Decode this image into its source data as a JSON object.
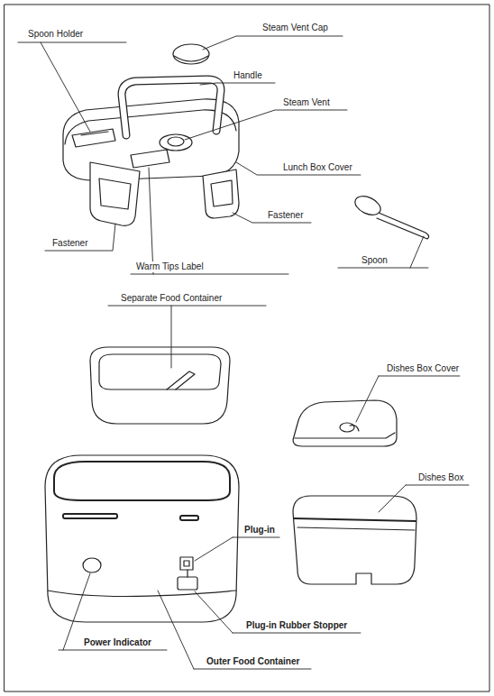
{
  "diagram": {
    "labels": [
      "Spoon Holder",
      "Steam Vent Cap",
      "Handle",
      "Steam Vent",
      "Lunch Box Cover",
      "Fastener",
      "Fastener",
      "Spoon",
      "Warm Tips Label",
      "Separate Food Container",
      "Dishes Box Cover",
      "Dishes Box",
      "Plug-in",
      "Plug-in Rubber Stopper",
      "Power Indicator",
      "Outer Food Container"
    ]
  }
}
